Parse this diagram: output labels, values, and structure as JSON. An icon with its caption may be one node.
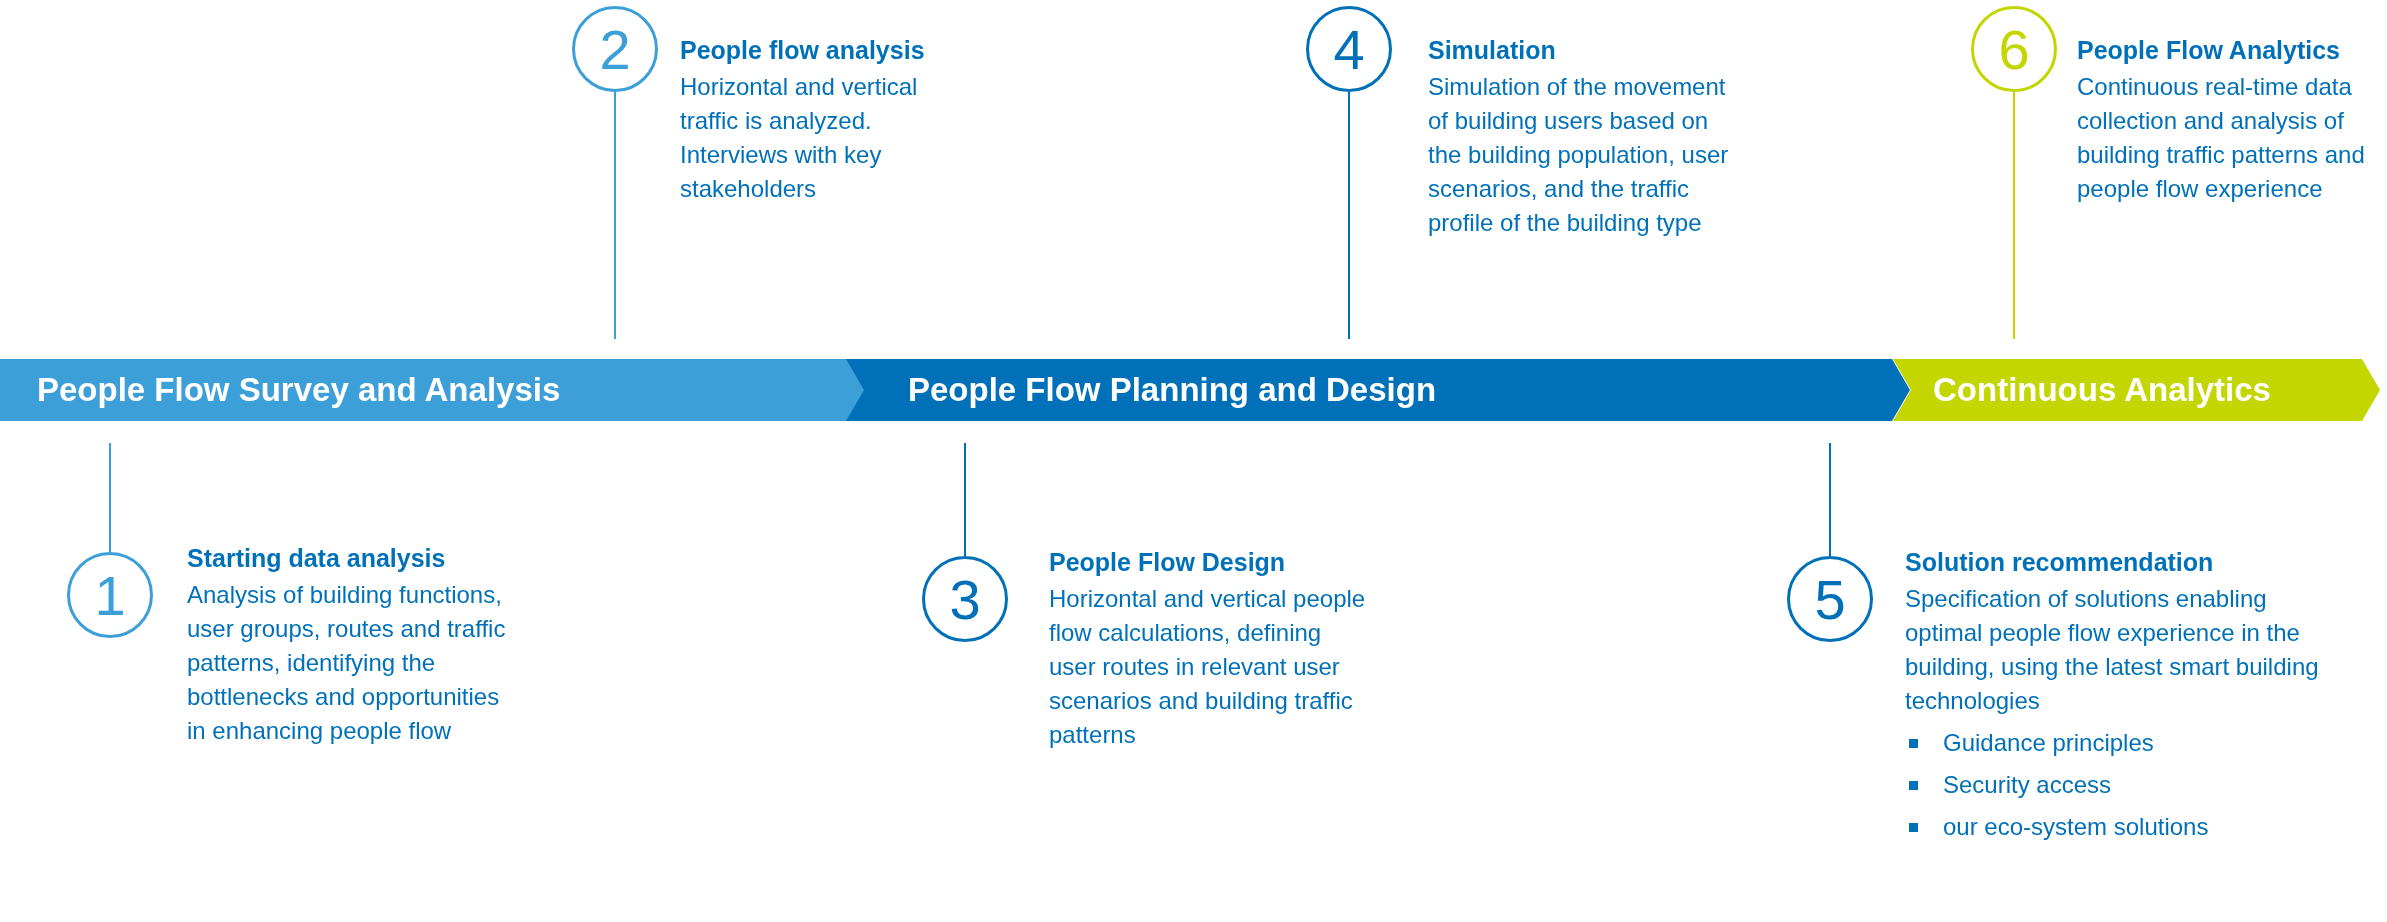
{
  "diagram": {
    "nodes": [
      {
        "text": [
          "1",
          "Starting data analysis",
          "Analysis of building functions, user groups, routes and traffic patterns, identifying the bottlenecks and opportunities in enhancing people flow"
        ]
      },
      {
        "text": [
          "2",
          "People flow analysis",
          "Horizontal and vertical traffic is analyzed. Interviews with key stakeholders"
        ]
      },
      {
        "text": [
          "3",
          "People Flow Design",
          "Horizontal and vertical people flow calculations, defining user routes in relevant user scenarios and building traffic patterns"
        ]
      },
      {
        "text": [
          "4",
          "Simulation",
          "Simulation of the movement of building users based on the building population, user scenarios, and the traffic profile of the building type"
        ]
      },
      {
        "text": [
          "5",
          "Solution recommendation",
          "Specification of solutions enabling optimal people flow experience in the building, using the latest smart building technologies",
          "Guidance principles",
          "Security access",
          "our eco-system solutions"
        ]
      },
      {
        "text": [
          "6",
          "People Flow Analytics",
          "Continuous real-time data collection and analysis of building traffic patterns and people flow experience"
        ]
      },
      {
        "text": [
          "People Flow Survey and Analysis"
        ]
      },
      {
        "text": [
          "People Flow Planning and Design"
        ]
      },
      {
        "text": [
          "Continuous Analytics"
        ]
      }
    ],
    "edges": [
      {
        "from": 0,
        "to": 6,
        "arrow": "none",
        "color": "#3d9fd8"
      },
      {
        "from": 1,
        "to": 6,
        "arrow": "none",
        "color": "#3d9fd8"
      },
      {
        "from": 2,
        "to": 7,
        "arrow": "none"
      },
      {
        "from": 3,
        "to": 7,
        "arrow": "none"
      },
      {
        "from": 4,
        "to": 7,
        "arrow": "none"
      },
      {
        "from": 5,
        "to": 8,
        "arrow": "none",
        "color": "#c4d600"
      }
    ]
  }
}
